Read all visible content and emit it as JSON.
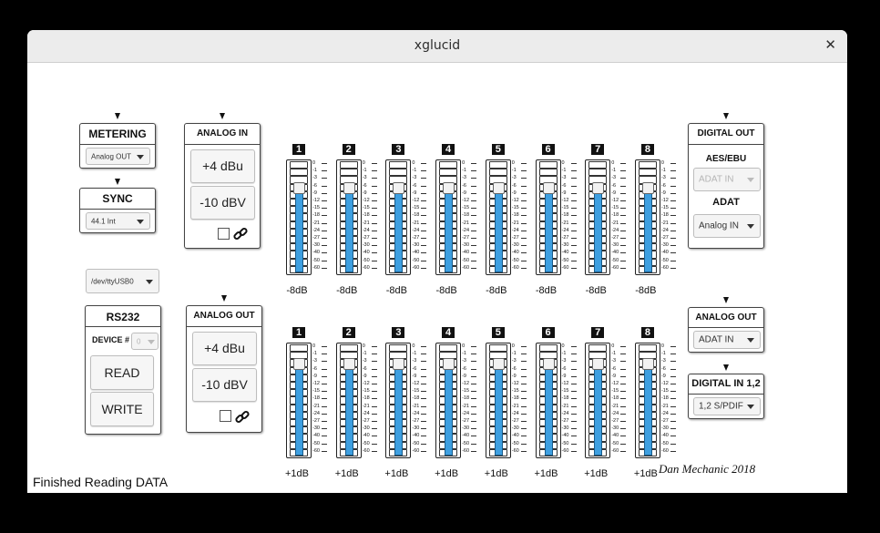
{
  "window": {
    "title": "xglucid"
  },
  "metering": {
    "title": "METERING",
    "value": "Analog OUT"
  },
  "sync": {
    "title": "SYNC",
    "value": "44.1 Int"
  },
  "port": {
    "value": "/dev/ttyUSB0"
  },
  "rs232": {
    "title": "RS232",
    "device_label": "DEVICE #",
    "device_value": "0",
    "read_label": "READ",
    "write_label": "WRITE"
  },
  "analog_in": {
    "title": "ANALOG IN",
    "plus4_label": "+4 dBu",
    "minus10_label": "-10 dBV"
  },
  "analog_out_level": {
    "title": "ANALOG OUT",
    "plus4_label": "+4 dBu",
    "minus10_label": "-10 dBV"
  },
  "digital_out": {
    "title": "DIGITAL OUT",
    "aes_label": "AES/EBU",
    "aes_value": "ADAT IN",
    "adat_label": "ADAT",
    "adat_value": "Analog IN"
  },
  "analog_out_source": {
    "title": "ANALOG OUT",
    "value": "ADAT IN"
  },
  "digital_in": {
    "title": "DIGITAL IN 1,2",
    "value": "1,2 S/PDIF"
  },
  "scale_labels": [
    "0",
    "-1",
    "-3",
    "-6",
    "-9",
    "-12",
    "-15",
    "-18",
    "-21",
    "-24",
    "-27",
    "-30",
    "-40",
    "-50",
    "-60"
  ],
  "top_channels": [
    {
      "num": "1",
      "gain": "-8dB",
      "fader_level": 0.18
    },
    {
      "num": "2",
      "gain": "-8dB",
      "fader_level": 0.18
    },
    {
      "num": "3",
      "gain": "-8dB",
      "fader_level": 0.18
    },
    {
      "num": "4",
      "gain": "-8dB",
      "fader_level": 0.18
    },
    {
      "num": "5",
      "gain": "-8dB",
      "fader_level": 0.18
    },
    {
      "num": "6",
      "gain": "-8dB",
      "fader_level": 0.18
    },
    {
      "num": "7",
      "gain": "-8dB",
      "fader_level": 0.18
    },
    {
      "num": "8",
      "gain": "-8dB",
      "fader_level": 0.18
    }
  ],
  "bottom_channels": [
    {
      "num": "1",
      "gain": "+1dB",
      "fader_level": 0.11
    },
    {
      "num": "2",
      "gain": "+1dB",
      "fader_level": 0.11
    },
    {
      "num": "3",
      "gain": "+1dB",
      "fader_level": 0.11
    },
    {
      "num": "4",
      "gain": "+1dB",
      "fader_level": 0.11
    },
    {
      "num": "5",
      "gain": "+1dB",
      "fader_level": 0.11
    },
    {
      "num": "6",
      "gain": "+1dB",
      "fader_level": 0.11
    },
    {
      "num": "7",
      "gain": "+1dB",
      "fader_level": 0.11
    },
    {
      "num": "8",
      "gain": "+1dB",
      "fader_level": 0.11
    }
  ],
  "status": {
    "text": "Finished Reading DATA"
  },
  "signature": {
    "text": "Dan Mechanic 2018"
  },
  "colors": {
    "meter_fill": "#3e9fe0",
    "badge": "#111111"
  },
  "icons": {
    "close": "close-icon",
    "link": "link-icon",
    "pointer": "pointer-icon"
  }
}
